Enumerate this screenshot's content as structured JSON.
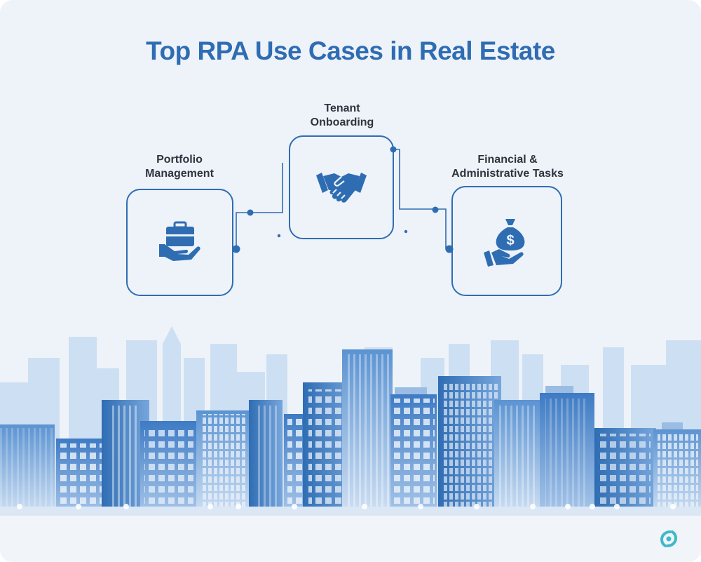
{
  "title": "Top RPA Use Cases in Real Estate",
  "use_cases": [
    {
      "line1": "Portfolio",
      "line2": "Management",
      "icon": "briefcase-hand-icon"
    },
    {
      "line1": "Tenant",
      "line2": "Onboarding",
      "icon": "handshake-icon"
    },
    {
      "line1": "Financial &",
      "line2": "Administrative Tasks",
      "icon": "money-bag-hand-icon"
    }
  ],
  "colors": {
    "accent": "#2f6db3",
    "background": "#eef3f9",
    "text": "#2e3440",
    "logo": "#3fb8c9"
  },
  "logo": "brand-logo-icon"
}
